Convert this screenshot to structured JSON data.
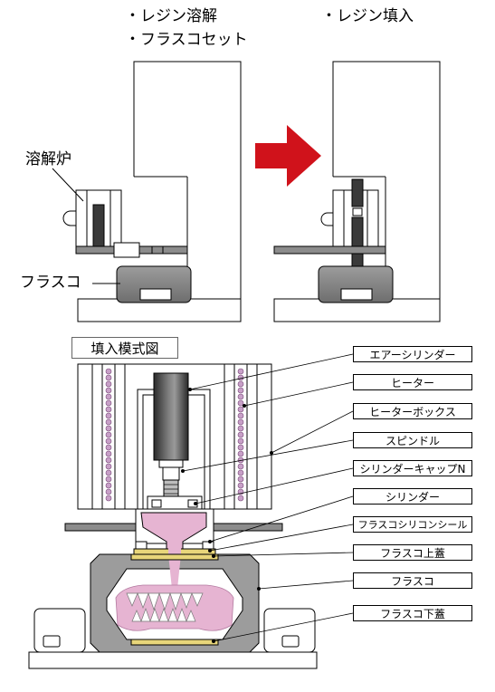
{
  "top": {
    "step1_line1": "・レジン溶解",
    "step1_line2": "・フラスコセット",
    "step2": "・レジン填入",
    "furnace_label": "溶解炉",
    "flask_label": "フラスコ"
  },
  "diagram": {
    "title": "填入模式図",
    "callouts": [
      "エアーシリンダー",
      "ヒーター",
      "ヒーターボックス",
      "スピンドル",
      "シリンダーキャップN",
      "シリンダー",
      "フラスコシリコンシール",
      "フラスコ上蓋",
      "フラスコ",
      "フラスコ下蓋"
    ]
  },
  "colors": {
    "arrow": "#d0121b",
    "gray": "#8c8c8c",
    "dark": "#3a3a3a",
    "resin": "#e6b4d2",
    "coil": "#c8a0c8",
    "gold": "#e8d67a"
  }
}
